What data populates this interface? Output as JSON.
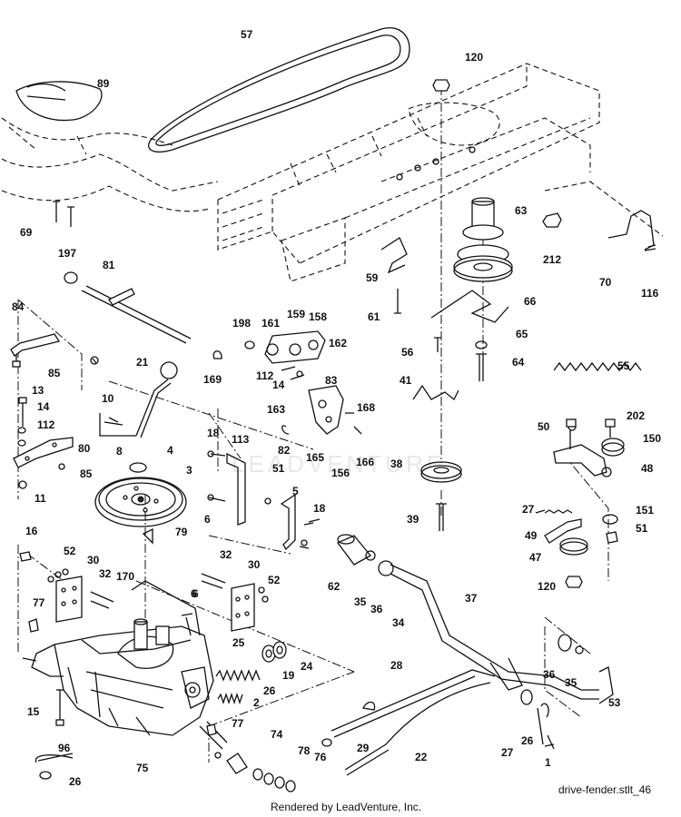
{
  "diagram": {
    "labels": [
      "57",
      "120",
      "89",
      "63",
      "212",
      "70",
      "116",
      "59",
      "66",
      "69",
      "197",
      "81",
      "61",
      "65",
      "56",
      "64",
      "84",
      "198",
      "161",
      "159",
      "158",
      "162",
      "55",
      "85",
      "21",
      "169",
      "112",
      "14",
      "163",
      "83",
      "168",
      "41",
      "13",
      "10",
      "14",
      "112",
      "8",
      "80",
      "82",
      "165",
      "166",
      "156",
      "18",
      "113",
      "4",
      "51",
      "38",
      "50",
      "202",
      "150",
      "48",
      "85",
      "3",
      "11",
      "27",
      "151",
      "51",
      "6",
      "5",
      "18",
      "39",
      "49",
      "79",
      "47",
      "16",
      "52",
      "30",
      "32",
      "32",
      "30",
      "6",
      "62",
      "35",
      "36",
      "37",
      "34",
      "52",
      "120",
      "170",
      "6",
      "77",
      "25",
      "24",
      "19",
      "26",
      "2",
      "28",
      "36",
      "35",
      "53",
      "15",
      "77",
      "74",
      "29",
      "96",
      "78",
      "76",
      "22",
      "26",
      "27",
      "26",
      "1",
      "75"
    ],
    "footer_credit": "Rendered by LeadVenture, Inc.",
    "file_id": "drive-fender.stlt_46",
    "watermark": "LEADVENTURE"
  }
}
